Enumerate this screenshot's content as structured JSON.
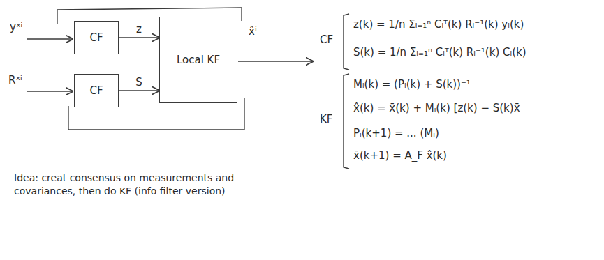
{
  "diagram": {
    "nodes": [
      {
        "text": [
          "CF"
        ]
      },
      {
        "text": [
          "CF"
        ]
      },
      {
        "text": [
          "Local KF"
        ]
      }
    ],
    "edges": [
      {
        "from": 0,
        "to": 2,
        "arrow": "to",
        "label": "z"
      },
      {
        "from": 1,
        "to": 2,
        "arrow": "to",
        "label": "S"
      }
    ],
    "labels": [
      "yˣⁱ",
      "Rˣⁱ",
      "x̂ⁱ",
      "CF",
      "z(k) = 1/n Σᵢ₌₁ⁿ Cᵢᵀ(k) Rᵢ⁻¹(k) yᵢ(k)",
      "S(k) = 1/n Σᵢ₌₁ⁿ Cᵢᵀ(k) Rᵢ⁻¹(k) Cᵢ(k)",
      "KF",
      "Mᵢ(k) = (Pᵢ(k) + S(k))⁻¹",
      "x̂(k) = x̄(k) + Mᵢ(k) [z(k) − S(k)x̄",
      "Pᵢ(k+1) = ... (Mᵢ)",
      "x̄(k+1) = A_F x̂(k)",
      "Idea: creat consensus on measurements and covariances, then do KF (info filter version)"
    ]
  }
}
